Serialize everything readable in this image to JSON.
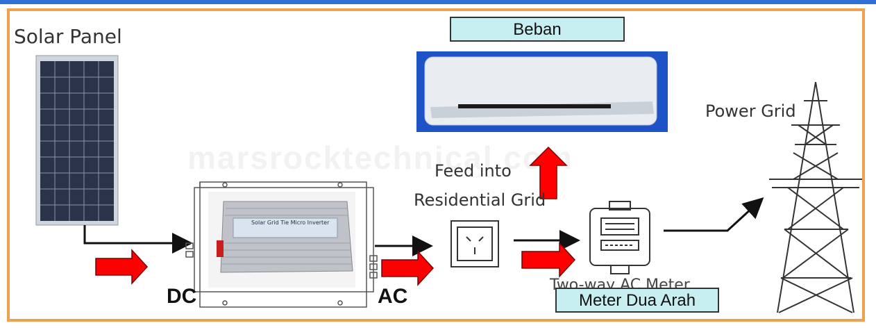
{
  "labels": {
    "solar_panel": "Solar Panel",
    "beban": "Beban",
    "power_grid": "Power Grid",
    "feed_line1": "Feed into",
    "feed_line2": "Residential Grid",
    "dc": "DC",
    "ac": "AC",
    "meter_partial": "Two-way AC Meter",
    "meter_dua_arah": "Meter Dua Arah",
    "inverter_text": "Solar Grid Tie Micro Inverter",
    "watermark": "marsrocktechnical.com"
  },
  "colors": {
    "frame": "#f0a050",
    "label_box": "#c7eef0",
    "arrow_red": "#ff0000",
    "top_strip": "#2f6fd6"
  }
}
